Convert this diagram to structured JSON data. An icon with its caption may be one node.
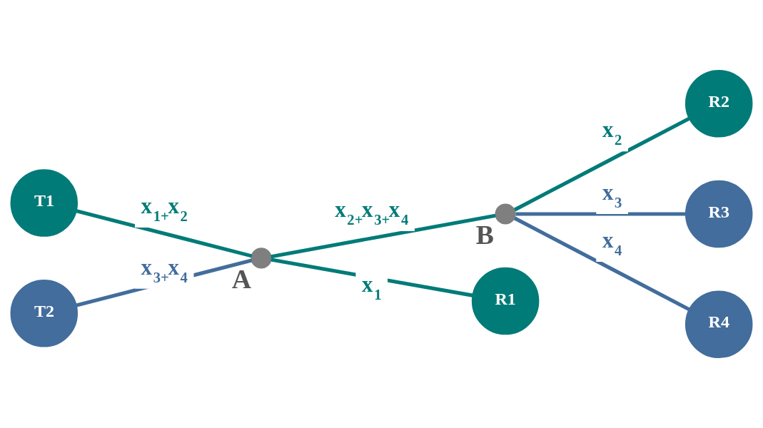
{
  "diagram": {
    "nodes": [
      {
        "text": [
          "T1"
        ]
      },
      {
        "text": [
          "T2"
        ]
      },
      {
        "text": [],
        "shape": "circle",
        "beside": [
          "A"
        ]
      },
      {
        "text": [],
        "shape": "circle",
        "beside": [
          "B"
        ]
      },
      {
        "text": [
          "R1"
        ]
      },
      {
        "text": [
          "R2"
        ]
      },
      {
        "text": [
          "R3"
        ]
      },
      {
        "text": [
          "R4"
        ]
      }
    ],
    "edges": [
      {
        "from": 0,
        "to": 2,
        "arrow": "none",
        "label": "x$_{1+}$x$_{2}$"
      },
      {
        "from": 1,
        "to": 2,
        "arrow": "none",
        "label": "x$_{3+}$x$_{4}$",
        "color": "#426d9c"
      },
      {
        "from": 2,
        "to": 4,
        "arrow": "none",
        "label": "x$_{1}$"
      },
      {
        "from": 2,
        "to": 3,
        "arrow": "none",
        "label": "x$_{2+}$x$_{3+}$x$_{4}$"
      },
      {
        "from": 3,
        "to": 5,
        "arrow": "none",
        "label": "x$_{2}$"
      },
      {
        "from": 3,
        "to": 6,
        "arrow": "none",
        "label": "x$_{3}$",
        "color": "#426d9c"
      },
      {
        "from": 3,
        "to": 7,
        "arrow": "none",
        "label": "x$_{4}$",
        "color": "#426d9c"
      }
    ]
  }
}
